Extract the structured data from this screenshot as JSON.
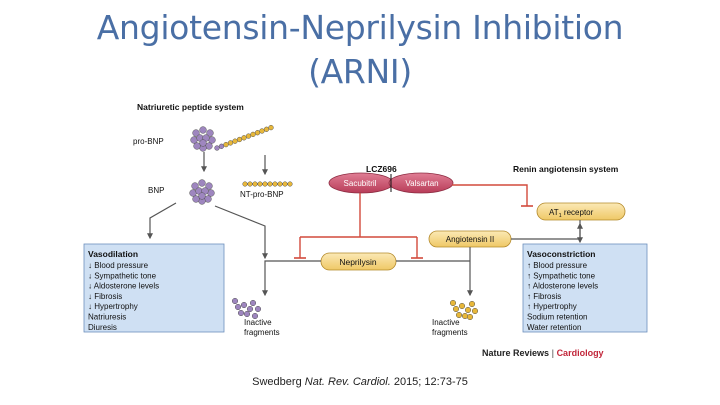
{
  "title": {
    "line1": "Angiotensin-Neprilysin Inhibition",
    "line2": "(ARNI)"
  },
  "figure": {
    "natriuretic_system_label": "Natriuretic peptide system",
    "pro_bnp_label": "pro-BNP",
    "bnp_label": "BNP",
    "nt_pro_bnp_label": "NT-pro-BNP",
    "lcz696_label": "LCZ696",
    "sacubitril_label": "Sacubitril",
    "valsartan_label": "Valsartan",
    "raas_label": "Renin angiotensin system",
    "at1_prefix": "AT",
    "at1_subscript": "1",
    "at1_suffix": " receptor",
    "angiotensin_label": "Angiotensin II",
    "neprilysin_label": "Neprilysin",
    "vasodilation_box": {
      "title": "Vasodilation",
      "items": [
        "↓ Blood pressure",
        "↓ Sympathetic tone",
        "↓ Aldosterone levels",
        "↓ Fibrosis",
        "↓ Hypertrophy",
        "Natriuresis",
        "Diuresis"
      ]
    },
    "vasoconstriction_box": {
      "title": "Vasoconstriction",
      "items": [
        "↑ Blood pressure",
        "↑ Sympathetic tone",
        "↑ Aldosterone levels",
        "↑ Fibrosis",
        "↑ Hypertrophy",
        "Sodium retention",
        "Water retention"
      ]
    },
    "inactive_left": [
      "Inactive",
      "fragments"
    ],
    "inactive_right": [
      "Inactive",
      "fragments"
    ],
    "journal_name": "Nature Reviews",
    "journal_sep": " | ",
    "journal_section": "Cardiology",
    "colors": {
      "purple_bead": "#9e86bf",
      "yellow_bead": "#e7b73a",
      "pink_capsule": "#cc4f6b",
      "orange_capsule": "#f6d98a",
      "blue_box": "#cfe0f3",
      "arrow_red": "#d24a3c",
      "arrow_gray": "#555555"
    }
  },
  "citation": {
    "author": "Swedberg",
    "journal": "Nat. Rev. Cardiol.",
    "rest": "2015; 12:73-75"
  }
}
